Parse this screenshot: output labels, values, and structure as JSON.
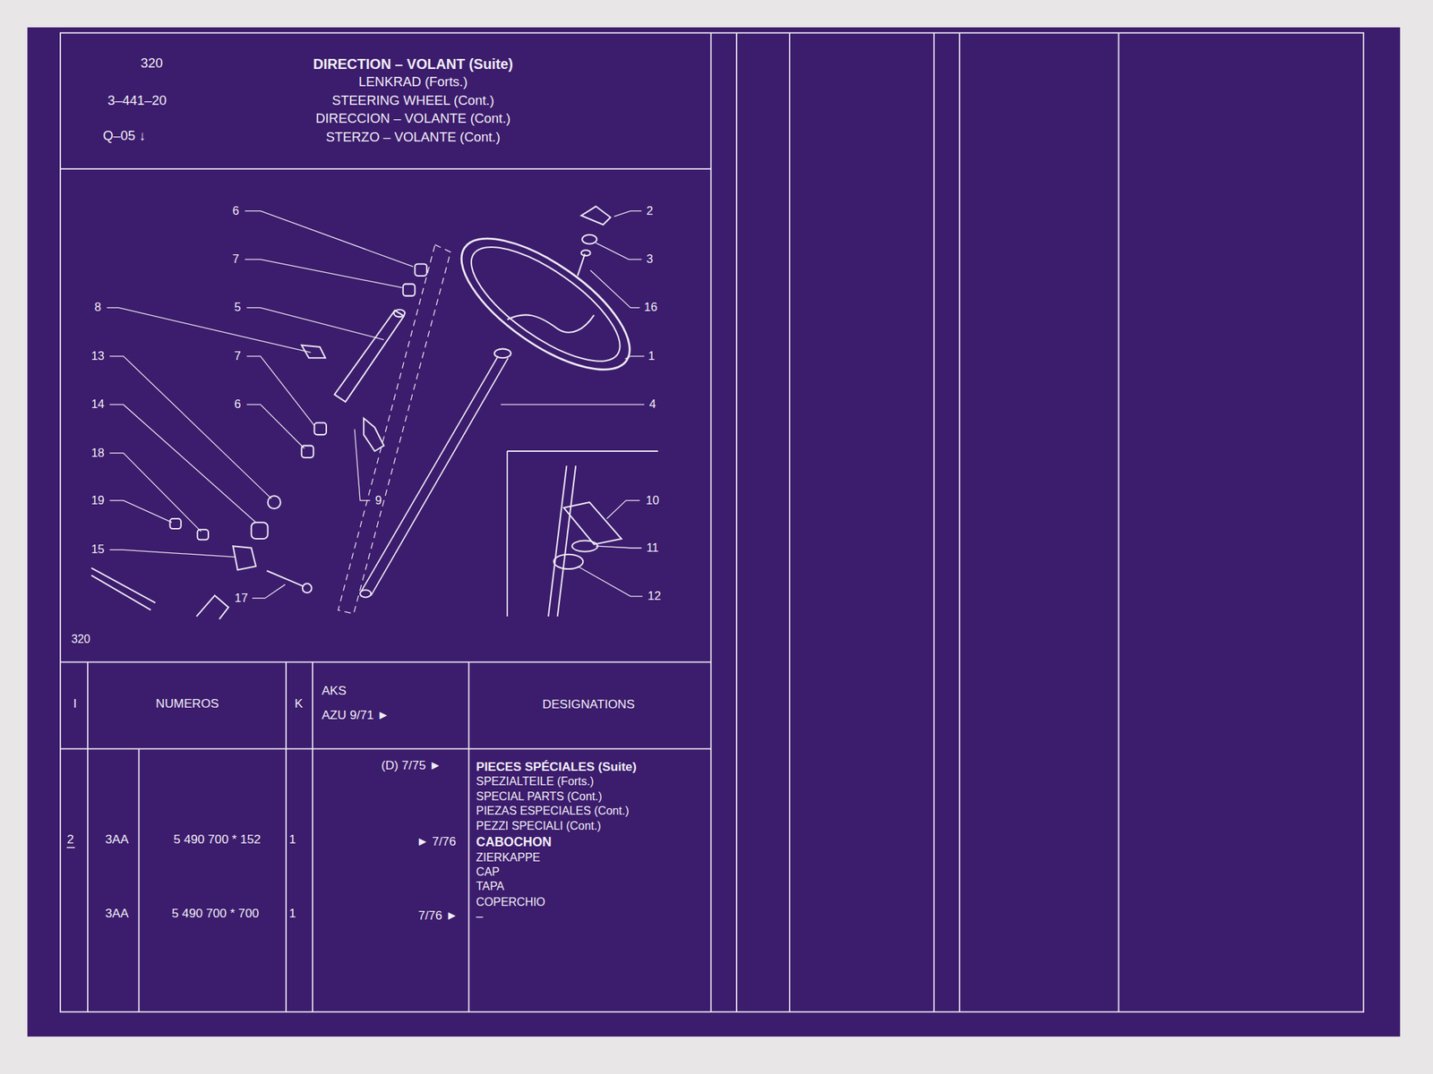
{
  "diagram": {
    "title": "DIRECTION – VOLANT (Suite)",
    "labels": [
      "LENKRAD (Forts.)",
      "STEERING WHEEL (Cont.)",
      "DIRECCION – VOLANTE (Cont.)",
      "STERZO – VOLANTE (Cont.)",
      "320",
      "3–441–20",
      "Q–05 ↓",
      "6",
      "7",
      "8",
      "5",
      "13",
      "7",
      "14",
      "6",
      "18",
      "19",
      "15",
      "17",
      "9",
      "2",
      "3",
      "16",
      "1",
      "4",
      "10",
      "11",
      "12",
      "320",
      "I",
      "NUMEROS",
      "K",
      "AKS",
      "AZU 9/71 ►",
      "DESIGNATIONS",
      "(D)  7/75 ►",
      "PIECES SPÉCIALES (Suite)",
      "SPEZIALTEILE (Forts.)",
      "SPECIAL PARTS (Cont.)",
      "PIEZAS ESPECIALES (Cont.)",
      "PEZZI SPECIALI (Cont.)",
      "2",
      "3AA",
      "5  490  700 * 152",
      "1",
      "► 7/76",
      "CABOCHON",
      "ZIERKAPPE",
      "CAP",
      "TAPA",
      "COPERCHIO",
      "3AA",
      "5  490  700 * 700",
      "1",
      "7/76 ►",
      "–"
    ]
  }
}
